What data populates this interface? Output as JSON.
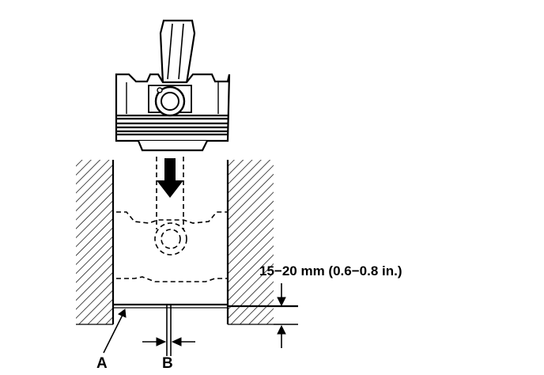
{
  "diagram": {
    "dimension_label": "15−20 mm (0.6−0.8 in.)",
    "callout_a": "A",
    "callout_b": "B"
  }
}
